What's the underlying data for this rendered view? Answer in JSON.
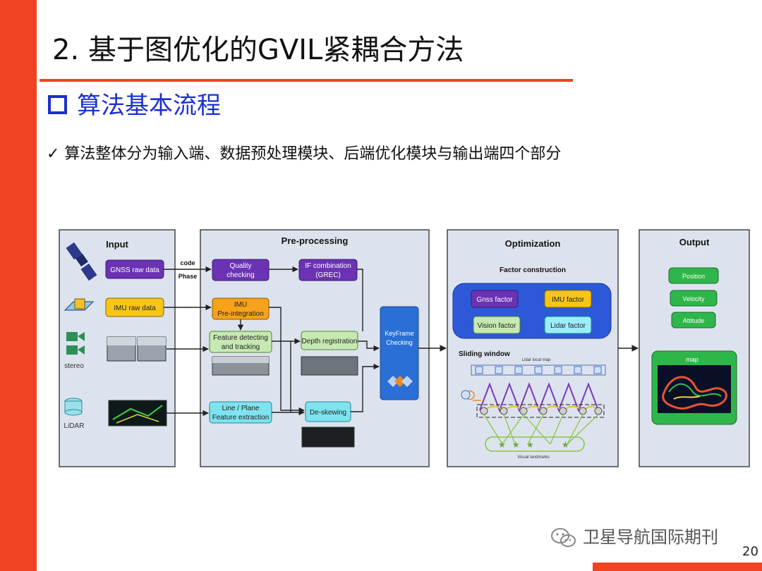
{
  "slide": {
    "title": "2. 基于图优化的GVIL紧耦合方法",
    "heading": "算法基本流程",
    "bullet": "✓ 算法整体分为输入端、数据预处理模块、后端优化模块与输出端四个部分",
    "watermark": "卫星导航国际期刊",
    "page_number": "20"
  },
  "diagram": {
    "panels": {
      "input": "Input",
      "preprocessing": "Pre-processing",
      "optimization": "Optimization",
      "output": "Output"
    },
    "input": {
      "gnss": "GNSS raw data",
      "imu": "IMU raw data",
      "stereo": "stereo",
      "lidar": "LiDAR",
      "code": "code",
      "phase": "Phase"
    },
    "pre": {
      "quality": [
        "Quality",
        "checking"
      ],
      "if": [
        "IF combination",
        "(GREC)"
      ],
      "imu": [
        "IMU",
        "Pre-integration"
      ],
      "feature": [
        "Feature detecting",
        "and tracking"
      ],
      "depth": "Depth registration",
      "line": [
        "Line / Plane",
        "Feature extraction"
      ],
      "deskew": "De-skewing",
      "keyframe": [
        "KeyFrame",
        "Checking"
      ]
    },
    "opt": {
      "factor_construction": "Factor construction",
      "gnss_factor": "Gnss factor",
      "imu_factor": "IMU factor",
      "vision_factor": "Vision factor",
      "lidar_factor": "Lidar factor",
      "sliding_window": "Sliding window",
      "lidar_local_map": "Lidar local map",
      "visual_landmarks": "Visual landmarks"
    },
    "out": {
      "position": "Position",
      "velocity": "Velocity",
      "attitude": "Attitude",
      "map": "map"
    }
  }
}
